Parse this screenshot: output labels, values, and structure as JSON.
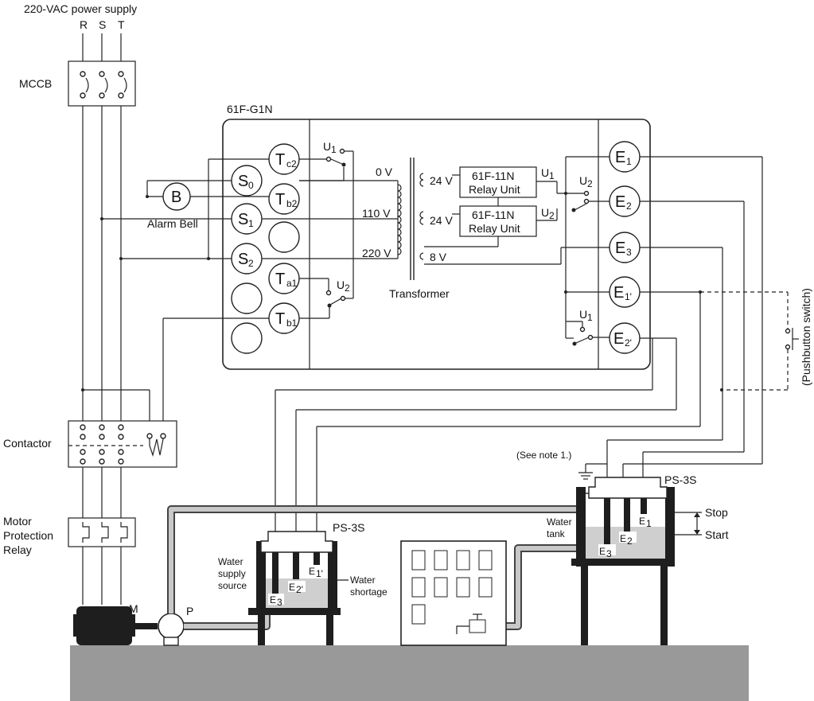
{
  "title": "220-VAC power supply",
  "phases": [
    "R",
    "S",
    "T"
  ],
  "labels": {
    "mccb": "MCCB",
    "controller": "61F-G1N",
    "contactor": "Contactor",
    "motor_relay_1": "Motor",
    "motor_relay_2": "Protection",
    "motor_relay_3": "Relay",
    "alarm_bell": "Alarm Bell",
    "bell_symbol": "B",
    "transformer": "Transformer",
    "pushbutton": "(Pushbutton switch)",
    "see_note": "(See note 1.)",
    "ps3s_tank": "PS-3S",
    "ps3s_source": "PS-3S",
    "water_tank_1": "Water",
    "water_tank_2": "tank",
    "water_supply_1": "Water",
    "water_supply_2": "supply",
    "water_supply_3": "source",
    "water_shortage_1": "Water",
    "water_shortage_2": "shortage",
    "stop": "Stop",
    "start": "Start",
    "motor": "M",
    "pump": "P"
  },
  "voltages": [
    "0 V",
    "110 V",
    "220 V"
  ],
  "secondary": [
    "24 V",
    "24 V",
    "8 V"
  ],
  "relay_unit": {
    "model": "61F-11N",
    "name": "Relay Unit"
  },
  "switch_labels": {
    "u1": "U",
    "u2": "U",
    "sub1": "1",
    "sub2": "2"
  },
  "terminals_left": [
    {
      "main": "T",
      "sub": "c2"
    },
    {
      "main": "S",
      "sub": "0"
    },
    {
      "main": "T",
      "sub": "b2"
    },
    {
      "main": "S",
      "sub": "1"
    },
    {
      "main": "S",
      "sub": "2"
    },
    {
      "main": "T",
      "sub": "a1"
    },
    {
      "main": "T",
      "sub": "b1"
    }
  ],
  "terminals_right": [
    {
      "main": "E",
      "sub": "1"
    },
    {
      "main": "E",
      "sub": "2"
    },
    {
      "main": "E",
      "sub": "3"
    },
    {
      "main": "E",
      "sub": "1'"
    },
    {
      "main": "E",
      "sub": "2'"
    }
  ],
  "electrodes_tank": [
    {
      "main": "E",
      "sub": "1"
    },
    {
      "main": "E",
      "sub": "2"
    },
    {
      "main": "E",
      "sub": "3"
    }
  ],
  "electrodes_source": [
    {
      "main": "E",
      "sub": "1'"
    },
    {
      "main": "E",
      "sub": "2'"
    },
    {
      "main": "E",
      "sub": "3"
    }
  ]
}
